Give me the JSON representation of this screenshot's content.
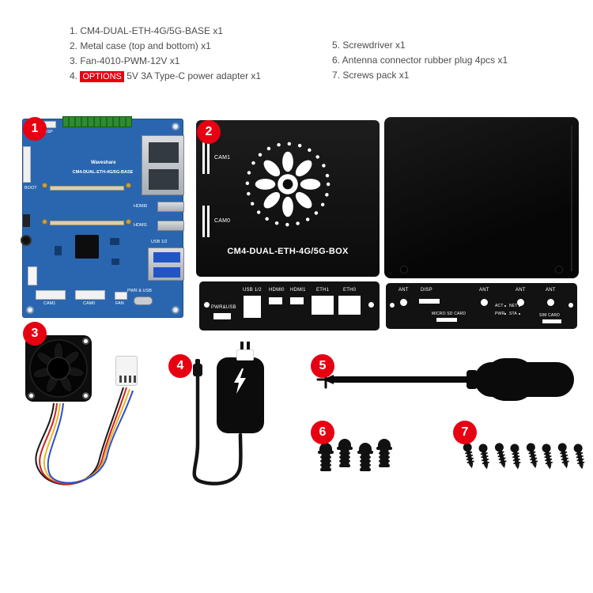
{
  "colors": {
    "accent": "#e60012",
    "pcb_blue": "#2a66af",
    "case_black": "#121212"
  },
  "parts_list": {
    "left": [
      "1. CM4-DUAL-ETH-4G/5G-BASE x1",
      "2. Metal case (top and bottom) x1",
      "3. Fan-4010-PWM-12V x1"
    ],
    "item4": {
      "prefix": "4. ",
      "badge": "OPTIONS",
      "suffix": " 5V 3A Type-C power adapter x1"
    },
    "right": [
      "5. Screwdriver x1",
      "6. Antenna connector rubber plug 4pcs x1",
      "7. Screws pack x1"
    ]
  },
  "callouts": [
    "1",
    "2",
    "3",
    "4",
    "5",
    "6",
    "7"
  ],
  "pcb": {
    "labels": {
      "brand": "Waveshare",
      "name": "CM4-DUAL-ETH-4G/5G-BASE",
      "disp": "DISP",
      "boot": "BOOT",
      "hdmi0": "HDMI0",
      "hdmi1": "HDMI1",
      "usb": "USB 1/2",
      "pwr_usb": "PWR & USB",
      "cam1": "CAM1",
      "cam0": "CAM0",
      "fan": "FAN"
    }
  },
  "case": {
    "cam1": "CAM1",
    "cam0": "CAM0",
    "title": "CM4-DUAL-ETH-4G/5G-BOX"
  },
  "io_panel": {
    "pwrusb": "PWR&USB",
    "usb12": "USB 1/2",
    "hdmi0": "HDMI0",
    "hdmi1": "HDMI1",
    "eth1": "ETH1",
    "eth0": "ETH0"
  },
  "ant_panel": {
    "ant": "ANT",
    "disp": "DISP",
    "act": "ACT",
    "net": "NET",
    "pwr": "PWR",
    "sta": "STA",
    "sd": "MICRO SD CARD",
    "sim": "SIM CARD"
  }
}
